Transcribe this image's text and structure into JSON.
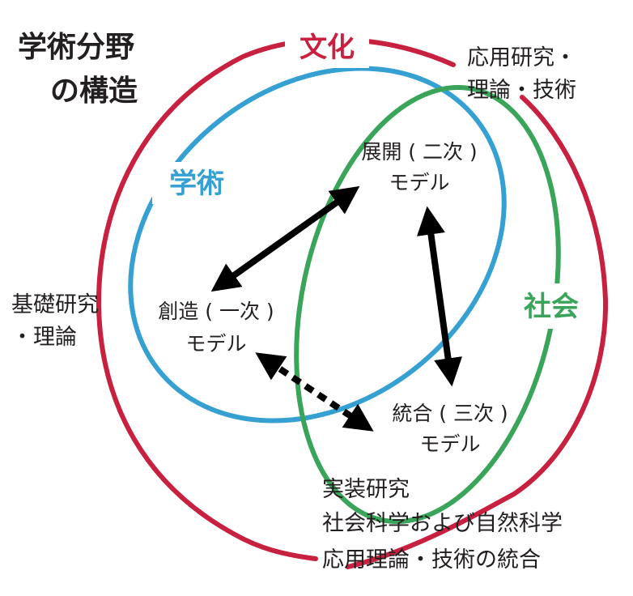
{
  "title": {
    "line1": "学術分野",
    "line2": "の構造"
  },
  "rings": {
    "culture": {
      "label": "文化",
      "color": "#c8203f"
    },
    "academia": {
      "label": "学術",
      "color": "#36a0d2"
    },
    "society": {
      "label": "社会",
      "color": "#3aa45a"
    }
  },
  "corners": {
    "applied": {
      "line1": "応用研究・",
      "line2": "理論・技術"
    },
    "basic": {
      "line1": "基礎研究",
      "line2": "・理論"
    },
    "implementation": {
      "line1": "実装研究",
      "line2": "社会科学および自然科学",
      "line3": "応用理論・技術の統合"
    }
  },
  "models": {
    "creation": {
      "line1": "創造 ( 一次 )",
      "line2": "モデル"
    },
    "development": {
      "line1": "展開 ( 二次 )",
      "line2": "モデル"
    },
    "integration": {
      "line1": "統合 ( 三次 )",
      "line2": "モデル"
    }
  },
  "arrow_color": "#000000"
}
